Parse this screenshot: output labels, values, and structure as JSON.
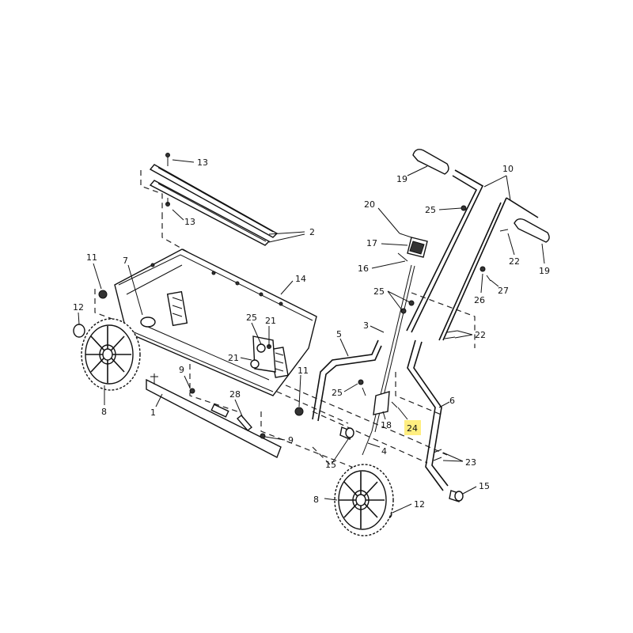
{
  "accent_color": "#ffee80",
  "callouts": {
    "c13a": "13",
    "c13b": "13",
    "c2": "2",
    "c14": "14",
    "c7": "7",
    "c11a": "11",
    "c12a": "12",
    "c25a": "25",
    "c21a": "21",
    "c21b": "21",
    "c9a": "9",
    "c11b": "11",
    "c8a": "8",
    "c1": "1",
    "c28": "28",
    "c9b": "9",
    "c15a": "15",
    "c8b": "8",
    "c12b": "12",
    "c19a": "19",
    "c10": "10",
    "c25b": "25",
    "c20": "20",
    "c17": "17",
    "c16": "16",
    "c22a": "22",
    "c19b": "19",
    "c26": "26",
    "c27": "27",
    "c25c": "25",
    "c3": "3",
    "c22b": "22",
    "c5": "5",
    "c25d": "25",
    "c18": "18",
    "c24": "24",
    "c6": "6",
    "c4": "4",
    "c23": "23",
    "c15b": "15"
  }
}
